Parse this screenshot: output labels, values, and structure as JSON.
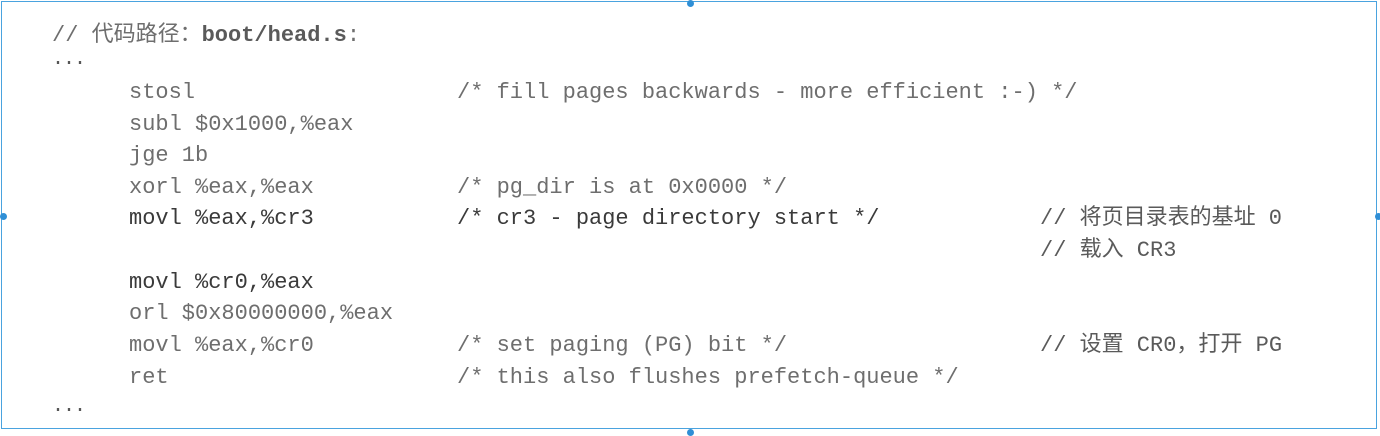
{
  "header": {
    "prefix": "// 代码路径：",
    "path": "boot/head.s",
    "suffix": ":"
  },
  "ellipsis_top": "...",
  "ellipsis_bottom": "...",
  "lines": [
    {
      "instr": "stosl",
      "comment": "/* fill pages backwards - more efficient :-) */",
      "note": ""
    },
    {
      "instr": "subl $0x1000,%eax",
      "comment": "",
      "note": ""
    },
    {
      "instr": "jge 1b",
      "comment": "",
      "note": ""
    },
    {
      "instr": "xorl %eax,%eax",
      "comment": "/* pg_dir is at 0x0000 */",
      "note": ""
    },
    {
      "instr": "movl %eax,%cr3",
      "comment": "/* cr3 - page directory start */",
      "note": "// 将页目录表的基址 0"
    },
    {
      "instr": "",
      "comment": "",
      "note": "// 载入 CR3"
    },
    {
      "instr": "movl %cr0,%eax",
      "comment": "",
      "note": ""
    },
    {
      "instr": "orl $0x80000000,%eax",
      "comment": "",
      "note": ""
    },
    {
      "instr": "movl %eax,%cr0",
      "comment": "/* set paging (PG) bit */",
      "note": "// 设置 CR0，打开 PG"
    },
    {
      "instr": "ret",
      "comment": "/* this also flushes prefetch-queue */",
      "note": ""
    }
  ]
}
